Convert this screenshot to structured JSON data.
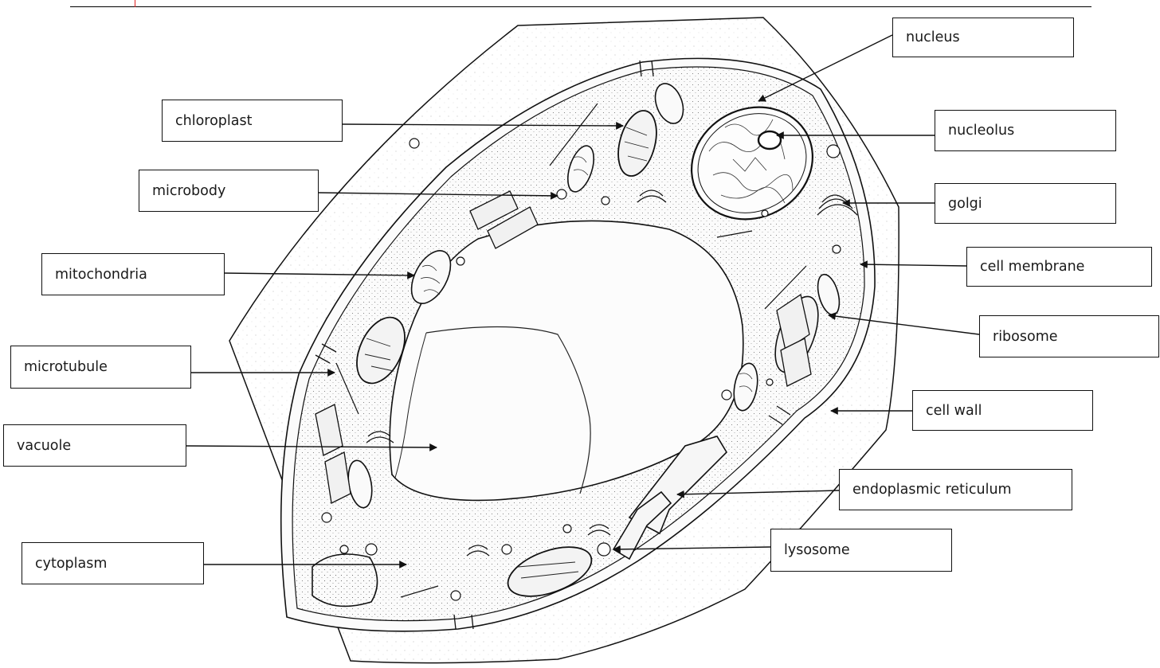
{
  "diagram": {
    "labels": {
      "nucleus": "nucleus",
      "nucleolus": "nucleolus",
      "chloroplast": "chloroplast",
      "microbody": "microbody",
      "mitochondria": "mitochondria",
      "microtubule": "microtubule",
      "vacuole": "vacuole",
      "cytoplasm": "cytoplasm",
      "golgi": "golgi",
      "cell_membrane": "cell membrane",
      "ribosome": "ribosome",
      "cell_wall": "cell wall",
      "endoplasmic_reticulum": "endoplasmic reticulum",
      "lysosome": "lysosome"
    },
    "colors": {
      "ink": "#111111",
      "stipple": "#6a6a6a",
      "top_mark": "#e02020",
      "background": "#ffffff"
    }
  }
}
